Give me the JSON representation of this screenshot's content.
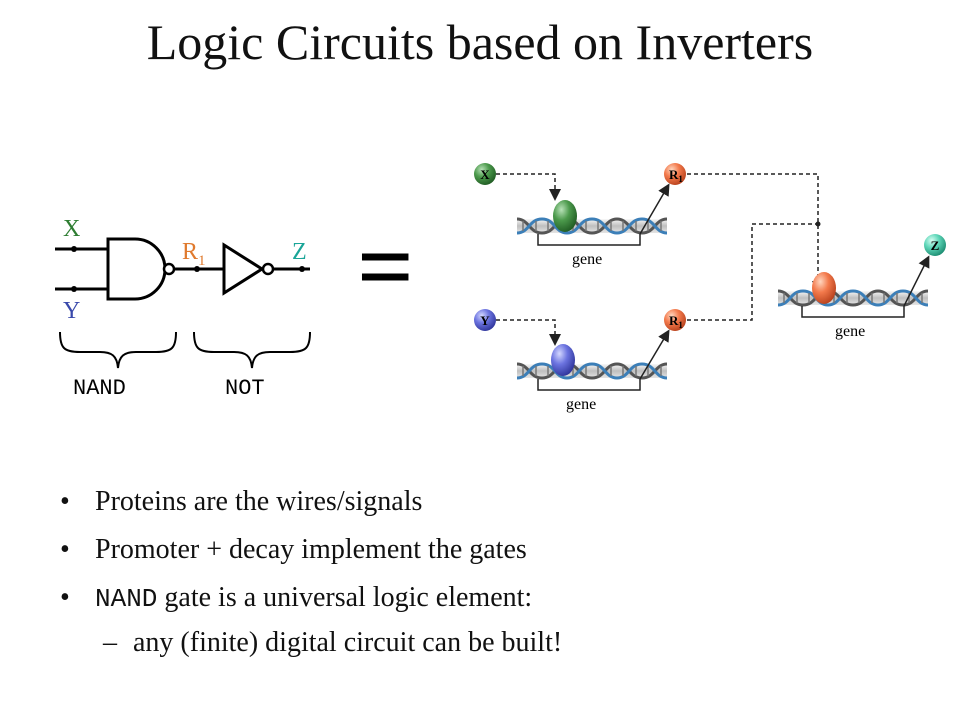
{
  "title": "Logic Circuits based on Inverters",
  "gate_diagram": {
    "input_x": "X",
    "input_y": "Y",
    "intermediate": "R",
    "intermediate_sub": "1",
    "output": "Z",
    "nand_label": "NAND",
    "not_label": "NOT",
    "equals": "="
  },
  "genetic_circuit": {
    "protein_x": "X",
    "protein_y": "Y",
    "protein_r1": "R",
    "protein_r1_sub": "1",
    "protein_z": "Z",
    "gene_label": "gene"
  },
  "bullets": [
    "Proteins are the wires/signals",
    "Promoter + decay implement the gates"
  ],
  "bullet3": {
    "mono": "NAND",
    "rest": " gate is a universal logic element:"
  },
  "sub_bullet": {
    "dash": "–",
    "text": "any (finite) digital circuit can be built!"
  },
  "bullet_symbol": "•",
  "colors": {
    "x_green": "#2e7d32",
    "y_blue": "#3949ab",
    "r1_orange": "#e07a2e",
    "z_teal": "#1aa598"
  }
}
